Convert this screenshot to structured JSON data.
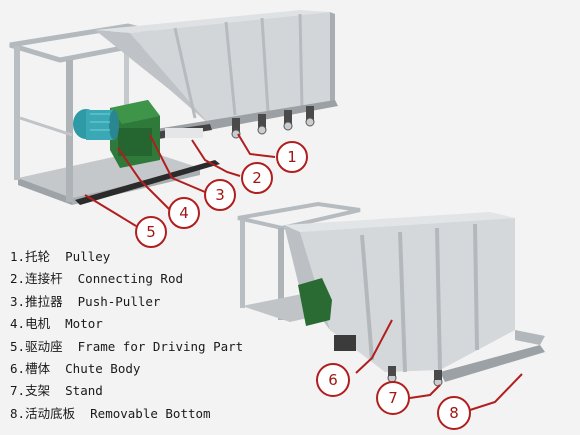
{
  "colors": {
    "callout": "#b01e1e",
    "steel_light": "#d7dadd",
    "steel_mid": "#b8bdc1",
    "steel_dark": "#8e9499",
    "motor": "#2e9aa6",
    "gearbox": "#2f7a3a"
  },
  "callouts": [
    "1",
    "2",
    "3",
    "4",
    "5",
    "6",
    "7",
    "8"
  ],
  "legend": [
    {
      "num": "1.",
      "cn": "托轮",
      "en": "Pulley"
    },
    {
      "num": "2.",
      "cn": "连接杆",
      "en": "Connecting Rod"
    },
    {
      "num": "3.",
      "cn": "推拉器",
      "en": "Push-Puller"
    },
    {
      "num": "4.",
      "cn": "电机",
      "en": "Motor"
    },
    {
      "num": "5.",
      "cn": "驱动座",
      "en": "Frame for Driving Part"
    },
    {
      "num": "6.",
      "cn": "槽体",
      "en": "Chute Body"
    },
    {
      "num": "7.",
      "cn": "支架",
      "en": "Stand"
    },
    {
      "num": "8.",
      "cn": "活动底板",
      "en": "Removable Bottom"
    }
  ]
}
